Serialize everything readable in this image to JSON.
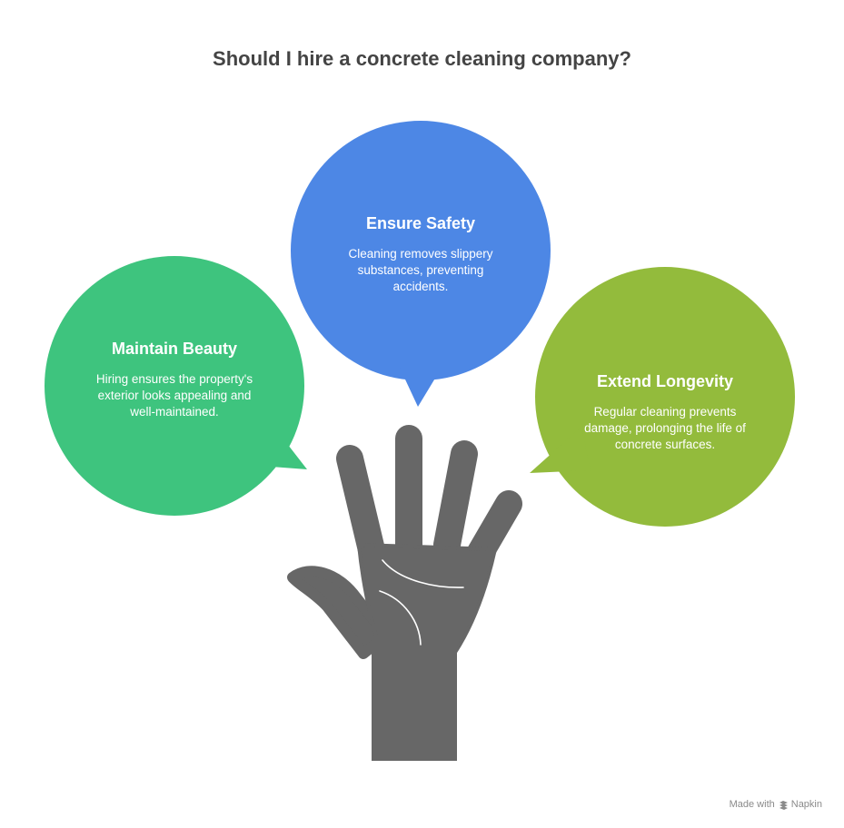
{
  "title": "Should I hire a concrete cleaning company?",
  "bubbles": {
    "safety": {
      "heading": "Ensure Safety",
      "text": "Cleaning removes slippery substances, preventing accidents.",
      "color": "#4d87e5"
    },
    "beauty": {
      "heading": "Maintain Beauty",
      "text": "Hiring ensures the property's exterior looks appealing and well-maintained.",
      "color": "#3ec47e"
    },
    "longevity": {
      "heading": "Extend Longevity",
      "text": "Regular cleaning prevents damage, prolonging the life of concrete surfaces.",
      "color": "#93bb3c"
    }
  },
  "hand": {
    "color": "#676767",
    "icon": "hand-icon"
  },
  "footer": {
    "made_with": "Made with",
    "brand": "Napkin",
    "icon": "napkin-logo-icon"
  }
}
